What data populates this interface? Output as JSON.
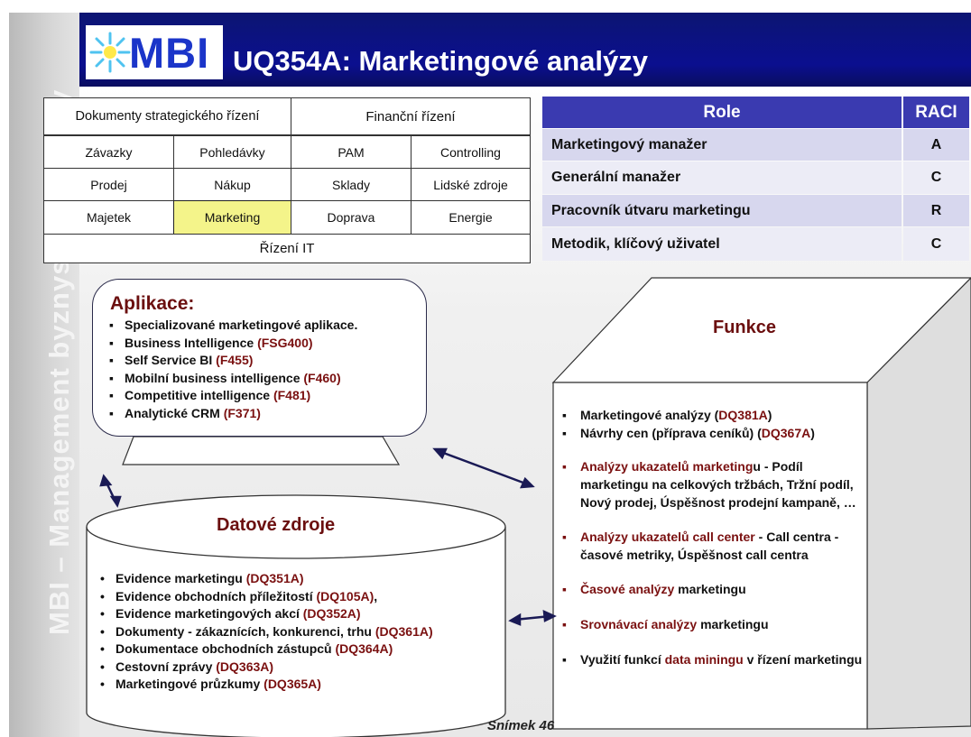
{
  "header": {
    "logo_text": "MBI",
    "title": "UQ354A: Marketingové analýzy"
  },
  "sidebar": {
    "text": "MBI – Management byznys informatiky"
  },
  "process_table": {
    "header_left": "Dokumenty strategického řízení",
    "header_right": "Finanční řízení",
    "rows": [
      [
        "Závazky",
        "Pohledávky",
        "PAM",
        "Controlling"
      ],
      [
        "Prodej",
        "Nákup",
        "Sklady",
        "Lidské zdroje"
      ],
      [
        "Majetek",
        "Marketing",
        "Doprava",
        "Energie"
      ]
    ],
    "footer": "Řízení IT",
    "highlight_color": "#f4f48a"
  },
  "raci": {
    "header_role": "Role",
    "header_raci": "RACI",
    "rows": [
      {
        "role": "Marketingový manažer",
        "value": "A"
      },
      {
        "role": "Generální manažer",
        "value": "C"
      },
      {
        "role": "Pracovník útvaru marketingu",
        "value": "R"
      },
      {
        "role": "Metodik, klíčový uživatel",
        "value": "C"
      }
    ],
    "header_color": "#3a3ab0"
  },
  "aplikace": {
    "title": "Aplikace:",
    "items": [
      {
        "text": "Specializované marketingové aplikace.",
        "code": ""
      },
      {
        "text": "Business Intelligence ",
        "code": "(FSG400)"
      },
      {
        "text": "Self Service BI ",
        "code": "(F455)"
      },
      {
        "text": "Mobilní business intelligence ",
        "code": "(F460)"
      },
      {
        "text": "Competitive intelligence ",
        "code": "(F481)"
      },
      {
        "text": "Analytické CRM ",
        "code": "(F371)"
      }
    ]
  },
  "datove_zdroje": {
    "title": "Datové zdroje",
    "items": [
      {
        "text": "Evidence marketingu ",
        "code": "(DQ351A)",
        "suffix": ""
      },
      {
        "text": "Evidence obchodních příležitostí ",
        "code": "(DQ105A)",
        "suffix": ","
      },
      {
        "text": "Evidence marketingových akcí ",
        "code": "(DQ352A)",
        "suffix": ""
      },
      {
        "text": "Dokumenty  - zákaznících, konkurenci, trhu ",
        "code": "(DQ361A)",
        "suffix": ""
      },
      {
        "text": "Dokumentace obchodních zástupců ",
        "code": "(DQ364A)",
        "suffix": ""
      },
      {
        "text": "Cestovní zprávy ",
        "code": "(DQ363A)",
        "suffix": ""
      },
      {
        "text": "Marketingové průzkumy ",
        "code": "(DQ365A)",
        "suffix": ""
      }
    ]
  },
  "funkce": {
    "title": "Funkce",
    "items": [
      {
        "pre": "Marketingové analýzy (",
        "red": "DQ381A",
        "post": ")",
        "bullet_red": false
      },
      {
        "pre": "Návrhy cen (příprava ceníků) (",
        "red": "DQ367A",
        "post": ")",
        "bullet_red": false
      },
      {
        "pre": "",
        "red": "Analýzy  ukazatelů marketing",
        "post": "u - Podíl marketingu na celkových tržbách, Tržní podíl, Nový prodej, Úspěšnost prodejní kampaně, …",
        "bullet_red": true
      },
      {
        "pre": "",
        "red": "Analýzy  ukazatelů call center",
        "post": " - Call centra - časové metriky, Úspěšnost call centra",
        "bullet_red": true
      },
      {
        "pre": "",
        "red": "Časové analýzy",
        "post": " marketingu",
        "bullet_red": true
      },
      {
        "pre": "",
        "red": "Srovnávací analýzy",
        "post": " marketingu",
        "bullet_red": true
      },
      {
        "pre": "Využití funkcí ",
        "red": "data miningu",
        "post": " v řízení marketingu",
        "bullet_red": false
      }
    ]
  },
  "footer": {
    "slide_label": "Snímek  46"
  }
}
